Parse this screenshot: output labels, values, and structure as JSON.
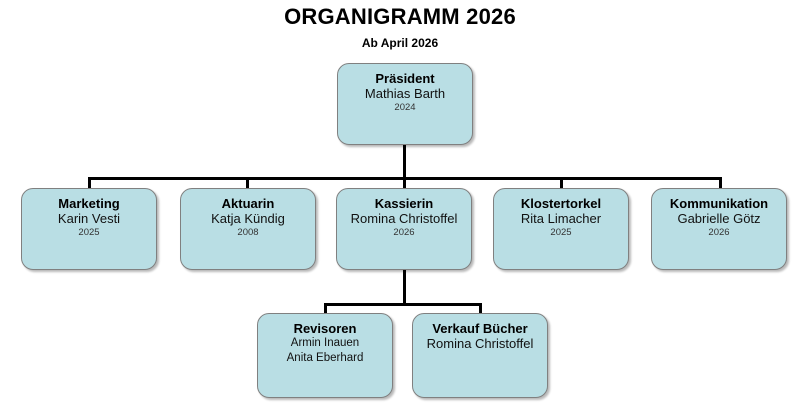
{
  "header": {
    "title": "ORGANIGRAMM 2026",
    "subtitle": "Ab April 2026"
  },
  "theme": {
    "node_fill": "#b9dee4",
    "node_border": "#808080",
    "connector": "#000000",
    "background": "#ffffff",
    "text": "#000000",
    "year_text": "#333333"
  },
  "chart_data": {
    "type": "diagram",
    "layout": "org-chart",
    "title": "ORGANIGRAMM 2026",
    "subtitle": "Ab April 2026",
    "levels": 3,
    "nodes": [
      {
        "id": "praesident",
        "level": 0,
        "role": "Präsident",
        "people": [
          "Mathias Barth"
        ],
        "year": "2024",
        "parent": null
      },
      {
        "id": "marketing",
        "level": 1,
        "role": "Marketing",
        "people": [
          "Karin Vesti"
        ],
        "year": "2025",
        "parent": "praesident"
      },
      {
        "id": "aktuarin",
        "level": 1,
        "role": "Aktuarin",
        "people": [
          "Katja Kündig"
        ],
        "year": "2008",
        "parent": "praesident"
      },
      {
        "id": "kassierin",
        "level": 1,
        "role": "Kassierin",
        "people": [
          "Romina Christoffel"
        ],
        "year": "2026",
        "parent": "praesident"
      },
      {
        "id": "klostertorkel",
        "level": 1,
        "role": "Klostertorkel",
        "people": [
          "Rita Limacher"
        ],
        "year": "2025",
        "parent": "praesident"
      },
      {
        "id": "kommunikation",
        "level": 1,
        "role": "Kommunikation",
        "people": [
          "Gabrielle Götz"
        ],
        "year": "2026",
        "parent": "praesident"
      },
      {
        "id": "revisoren",
        "level": 2,
        "role": "Revisoren",
        "people": [
          "Armin Inauen",
          "Anita Eberhard"
        ],
        "year": "",
        "parent": "kassierin"
      },
      {
        "id": "verkauf-buecher",
        "level": 2,
        "role": "Verkauf Bücher",
        "people": [
          "Romina Christoffel"
        ],
        "year": "",
        "parent": "kassierin"
      }
    ]
  },
  "nodes": {
    "praesident": {
      "role": "Präsident",
      "person1": "Mathias Barth",
      "year": "2024"
    },
    "marketing": {
      "role": "Marketing",
      "person1": "Karin Vesti",
      "year": "2025"
    },
    "aktuarin": {
      "role": "Aktuarin",
      "person1": "Katja Kündig",
      "year": "2008"
    },
    "kassierin": {
      "role": "Kassierin",
      "person1": "Romina Christoffel",
      "year": "2026"
    },
    "klostertorkel": {
      "role": "Klostertorkel",
      "person1": "Rita Limacher",
      "year": "2025"
    },
    "kommunikation": {
      "role": "Kommunikation",
      "person1": "Gabrielle Götz",
      "year": "2026"
    },
    "revisoren": {
      "role": "Revisoren",
      "person1": "Armin Inauen",
      "person2": "Anita Eberhard"
    },
    "verkauf_buecher": {
      "role": "Verkauf Bücher",
      "person1": "Romina Christoffel"
    }
  }
}
